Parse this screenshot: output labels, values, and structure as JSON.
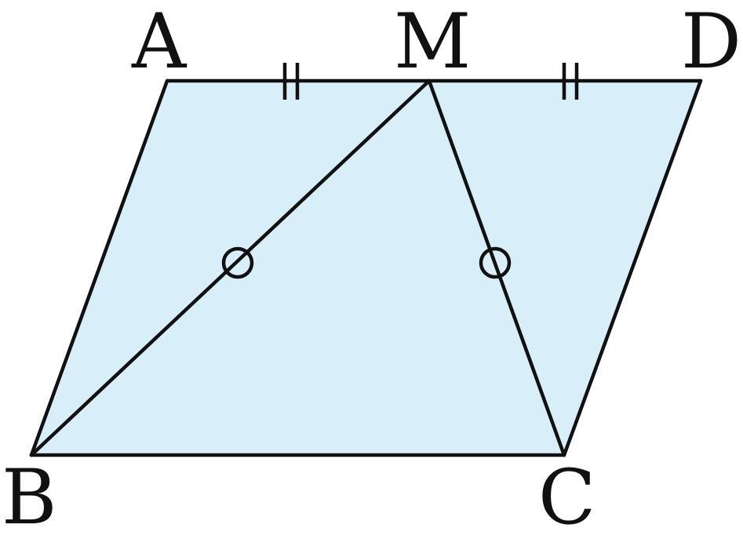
{
  "diagram": {
    "vertices": {
      "A": "A",
      "M": "M",
      "D": "D",
      "B": "B",
      "C": "C"
    },
    "fill_color": "#d8eef9",
    "stroke_color": "#111111"
  }
}
